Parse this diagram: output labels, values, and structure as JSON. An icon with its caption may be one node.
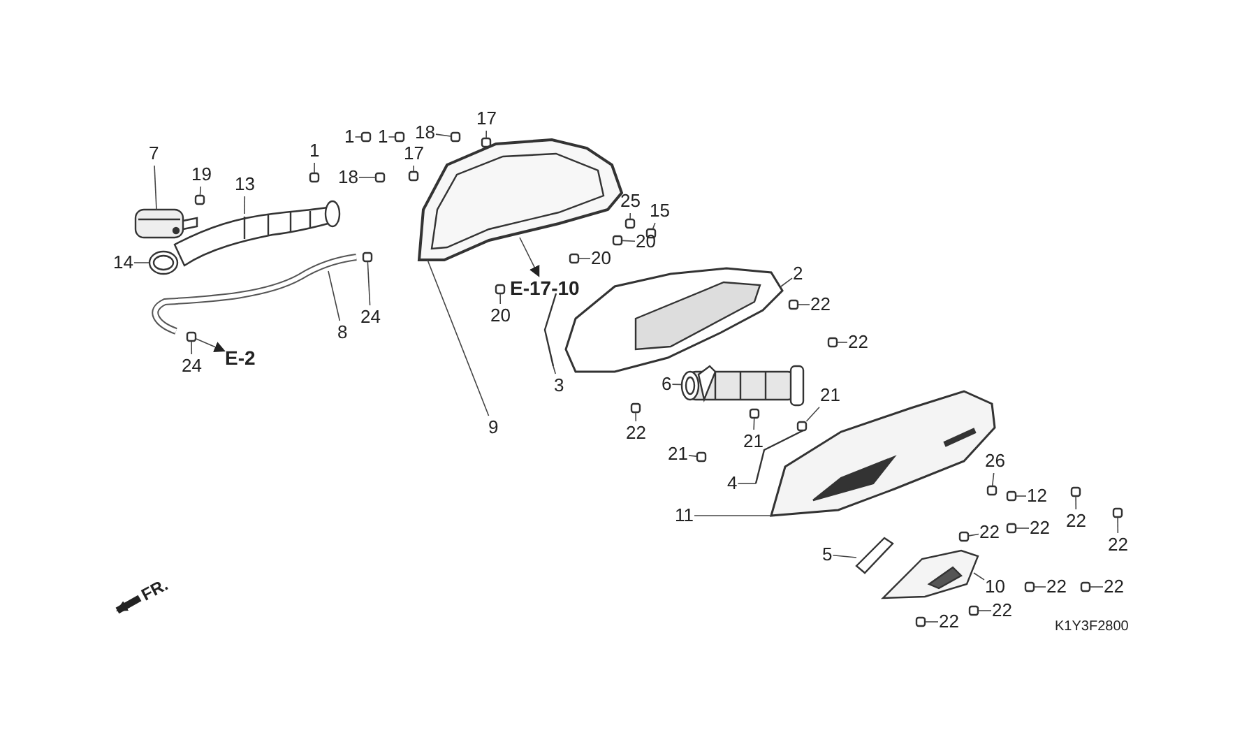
{
  "diagram": {
    "nodes": [
      {
        "text": [
          "7"
        ]
      },
      {
        "text": [
          "19"
        ]
      },
      {
        "text": [
          "13"
        ]
      },
      {
        "text": [
          "1"
        ]
      },
      {
        "text": [
          "1"
        ]
      },
      {
        "text": [
          "1"
        ]
      },
      {
        "text": [
          "18"
        ]
      },
      {
        "text": [
          "17"
        ]
      },
      {
        "text": [
          "17"
        ]
      },
      {
        "text": [
          "18"
        ]
      },
      {
        "text": [
          "14"
        ]
      },
      {
        "text": [
          "8"
        ]
      },
      {
        "text": [
          "24"
        ]
      },
      {
        "text": [
          "24"
        ]
      },
      {
        "text": [
          "25"
        ]
      },
      {
        "text": [
          "15"
        ]
      },
      {
        "text": [
          "20"
        ]
      },
      {
        "text": [
          "20"
        ]
      },
      {
        "text": [
          "20"
        ]
      },
      {
        "text": [
          "2"
        ]
      },
      {
        "text": [
          "22"
        ]
      },
      {
        "text": [
          "22"
        ]
      },
      {
        "text": [
          "6"
        ]
      },
      {
        "text": [
          "22"
        ]
      },
      {
        "text": [
          "21"
        ]
      },
      {
        "text": [
          "21"
        ]
      },
      {
        "text": [
          "21"
        ]
      },
      {
        "text": [
          "4"
        ]
      },
      {
        "text": [
          "11"
        ]
      },
      {
        "text": [
          "5"
        ]
      },
      {
        "text": [
          "26"
        ]
      },
      {
        "text": [
          "12"
        ]
      },
      {
        "text": [
          "22"
        ]
      },
      {
        "text": [
          "22"
        ]
      },
      {
        "text": [
          "22"
        ]
      },
      {
        "text": [
          "22"
        ]
      },
      {
        "text": [
          "10"
        ]
      },
      {
        "text": [
          "22"
        ]
      },
      {
        "text": [
          "22"
        ]
      },
      {
        "text": [
          "22"
        ]
      },
      {
        "text": [
          "22"
        ]
      },
      {
        "text": [
          "3"
        ]
      },
      {
        "text": [
          "9"
        ]
      },
      {
        "text": [
          "E-17-10"
        ]
      },
      {
        "text": [
          "E-2"
        ]
      },
      {
        "text": [],
        "shape": "picture"
      },
      {
        "text": [],
        "shape": "box"
      },
      {
        "text": [],
        "shape": "picture"
      },
      {
        "text": [],
        "shape": "box"
      },
      {
        "text": [],
        "shape": "box"
      },
      {
        "text": [],
        "shape": "box"
      },
      {
        "text": [],
        "shape": "box"
      },
      {
        "text": [],
        "shape": "box"
      },
      {
        "text": [],
        "shape": "box"
      },
      {
        "text": [],
        "shape": "box"
      },
      {
        "text": [],
        "shape": "picture"
      },
      {
        "text": [],
        "shape": "picture"
      },
      {
        "text": [],
        "shape": "box"
      },
      {
        "text": [],
        "shape": "box"
      },
      {
        "text": [],
        "shape": "box"
      },
      {
        "text": [],
        "shape": "box"
      },
      {
        "text": [],
        "shape": "box"
      },
      {
        "text": [],
        "shape": "box"
      },
      {
        "text": [],
        "shape": "box"
      },
      {
        "text": [],
        "shape": "picture"
      },
      {
        "text": [],
        "shape": "box"
      },
      {
        "text": [],
        "shape": "box"
      },
      {
        "text": [],
        "shape": "picture"
      },
      {
        "text": [],
        "shape": "box"
      },
      {
        "text": [],
        "shape": "box"
      },
      {
        "text": [],
        "shape": "box"
      },
      {
        "text": [],
        "shape": "box"
      },
      {
        "text": [],
        "shape": "picture"
      },
      {
        "text": [],
        "shape": "picture"
      },
      {
        "text": [],
        "shape": "picture"
      },
      {
        "text": [],
        "shape": "box"
      },
      {
        "text": [],
        "shape": "box"
      },
      {
        "text": [],
        "shape": "box"
      },
      {
        "text": [],
        "shape": "box"
      },
      {
        "text": [],
        "shape": "box"
      },
      {
        "text": [],
        "shape": "box"
      },
      {
        "text": [],
        "shape": "picture"
      },
      {
        "text": [],
        "shape": "box"
      },
      {
        "text": [],
        "shape": "box"
      },
      {
        "text": [],
        "shape": "box"
      },
      {
        "text": [],
        "shape": "box"
      },
      {
        "text": [],
        "shape": "picture"
      },
      {
        "text": [],
        "shape": "picture"
      }
    ],
    "edges": [
      {
        "from": 0,
        "to": 45,
        "arrow": "none"
      },
      {
        "from": 1,
        "to": 46,
        "arrow": "none"
      },
      {
        "from": 2,
        "to": 47,
        "arrow": "none"
      },
      {
        "from": 3,
        "to": 48,
        "arrow": "none"
      },
      {
        "from": 4,
        "to": 49,
        "arrow": "none"
      },
      {
        "from": 5,
        "to": 50,
        "arrow": "none"
      },
      {
        "from": 6,
        "to": 51,
        "arrow": "none"
      },
      {
        "from": 7,
        "to": 52,
        "arrow": "none"
      },
      {
        "from": 8,
        "to": 53,
        "arrow": "none"
      },
      {
        "from": 9,
        "to": 54,
        "arrow": "none"
      },
      {
        "from": 10,
        "to": 55,
        "arrow": "none"
      },
      {
        "from": 11,
        "to": 56,
        "arrow": "none"
      },
      {
        "from": 12,
        "to": 57,
        "arrow": "none"
      },
      {
        "from": 13,
        "to": 58,
        "arrow": "none"
      },
      {
        "from": 14,
        "to": 59,
        "arrow": "none"
      },
      {
        "from": 15,
        "to": 60,
        "arrow": "none"
      },
      {
        "from": 16,
        "to": 61,
        "arrow": "none"
      },
      {
        "from": 17,
        "to": 62,
        "arrow": "none"
      },
      {
        "from": 18,
        "to": 63,
        "arrow": "none"
      },
      {
        "from": 19,
        "to": 64,
        "arrow": "none"
      },
      {
        "from": 20,
        "to": 65,
        "arrow": "none"
      },
      {
        "from": 21,
        "to": 66,
        "arrow": "none"
      },
      {
        "from": 22,
        "to": 67,
        "arrow": "none"
      },
      {
        "from": 23,
        "to": 68,
        "arrow": "none"
      },
      {
        "from": 24,
        "to": 69,
        "arrow": "none"
      },
      {
        "from": 25,
        "to": 70,
        "arrow": "none"
      },
      {
        "from": 26,
        "to": 71,
        "arrow": "none"
      },
      {
        "from": 27,
        "to": 72,
        "arrow": "none"
      },
      {
        "from": 28,
        "to": 73,
        "arrow": "none"
      },
      {
        "from": 29,
        "to": 74,
        "arrow": "none"
      },
      {
        "from": 30,
        "to": 75,
        "arrow": "none"
      },
      {
        "from": 31,
        "to": 76,
        "arrow": "none"
      },
      {
        "from": 32,
        "to": 77,
        "arrow": "none"
      },
      {
        "from": 33,
        "to": 78,
        "arrow": "none"
      },
      {
        "from": 34,
        "to": 79,
        "arrow": "none"
      },
      {
        "from": 35,
        "to": 80,
        "arrow": "none"
      },
      {
        "from": 36,
        "to": 81,
        "arrow": "none"
      },
      {
        "from": 37,
        "to": 82,
        "arrow": "none"
      },
      {
        "from": 38,
        "to": 83,
        "arrow": "none"
      },
      {
        "from": 39,
        "to": 84,
        "arrow": "none"
      },
      {
        "from": 40,
        "to": 85,
        "arrow": "none"
      },
      {
        "from": 41,
        "to": 86,
        "arrow": "none"
      },
      {
        "from": 42,
        "to": 87,
        "arrow": "none"
      },
      {
        "from": 87,
        "to": 43,
        "arrow": "to"
      },
      {
        "from": 58,
        "to": 44,
        "arrow": "to"
      }
    ],
    "labels": [
      "FR.",
      "K1Y3F2800"
    ]
  }
}
